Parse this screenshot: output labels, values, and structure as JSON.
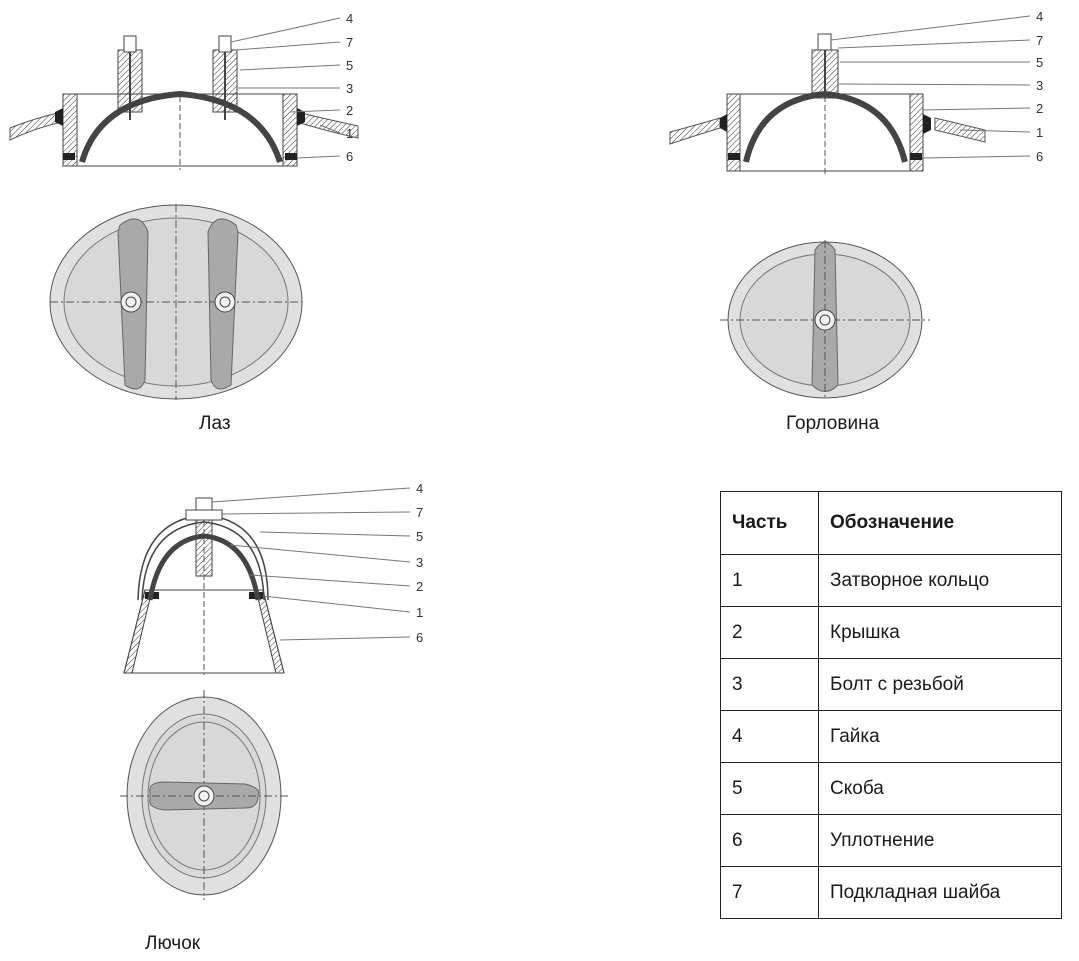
{
  "captions": {
    "laz": "Лаз",
    "gorlovina": "Горловина",
    "lyuchok": "Лючок"
  },
  "callouts": {
    "laz": [
      "4",
      "7",
      "5",
      "3",
      "2",
      "1",
      "6"
    ],
    "gorlovina": [
      "4",
      "7",
      "5",
      "3",
      "2",
      "1",
      "6"
    ],
    "lyuchok": [
      "4",
      "7",
      "5",
      "3",
      "2",
      "1",
      "6"
    ]
  },
  "table": {
    "headers": [
      "Часть",
      "Обозначение"
    ],
    "rows": [
      [
        "1",
        "Затворное кольцо"
      ],
      [
        "2",
        "Крышка"
      ],
      [
        "3",
        "Болт с резьбой"
      ],
      [
        "4",
        "Гайка"
      ],
      [
        "5",
        "Скоба"
      ],
      [
        "6",
        "Уплотнение"
      ],
      [
        "7",
        "Подкладная шайба"
      ]
    ]
  }
}
